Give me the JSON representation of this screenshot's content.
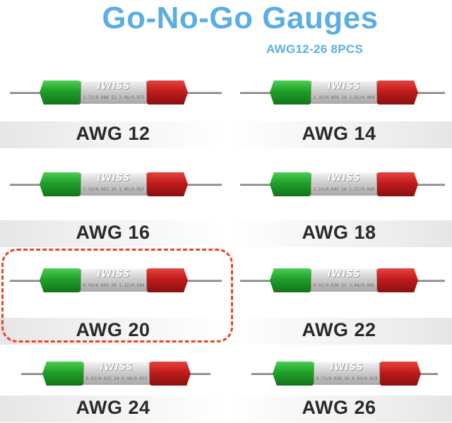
{
  "title": "Go-No-Go Gauges",
  "subtitle": "AWG12-26 8PCS",
  "colors": {
    "title": "#5aaee3",
    "go": "#1fa028",
    "no_go": "#c11b1b",
    "highlight_border": "#e8462a"
  },
  "gauges": [
    {
      "label": "AWG 12",
      "brand": "IWISS",
      "spec": "1.72/0.068 12 1.96/0.075"
    },
    {
      "label": "AWG 14",
      "brand": "IWISS",
      "spec": "1.33/0.058 14 1.63/0.064"
    },
    {
      "label": "AWG 16",
      "brand": "IWISS",
      "spec": "1.32/0.052 16 1.45/0.057"
    },
    {
      "label": "AWG 18",
      "brand": "IWISS",
      "spec": "1.14/0.045 18 1.27/0.050"
    },
    {
      "label": "AWG 20",
      "brand": "IWISS",
      "spec": "0.99/0.039 20 1.12/0.044",
      "highlighted": true
    },
    {
      "label": "AWG 22",
      "brand": "IWISS",
      "spec": "0.91/0.036 22 1.04/0.041"
    },
    {
      "label": "AWG 24",
      "brand": "IWISS",
      "spec": "0.81/0.032 24 0.94/0.037"
    },
    {
      "label": "AWG 26",
      "brand": "IWISS",
      "spec": "0.71/0.028 26 0.84/0.033"
    }
  ]
}
